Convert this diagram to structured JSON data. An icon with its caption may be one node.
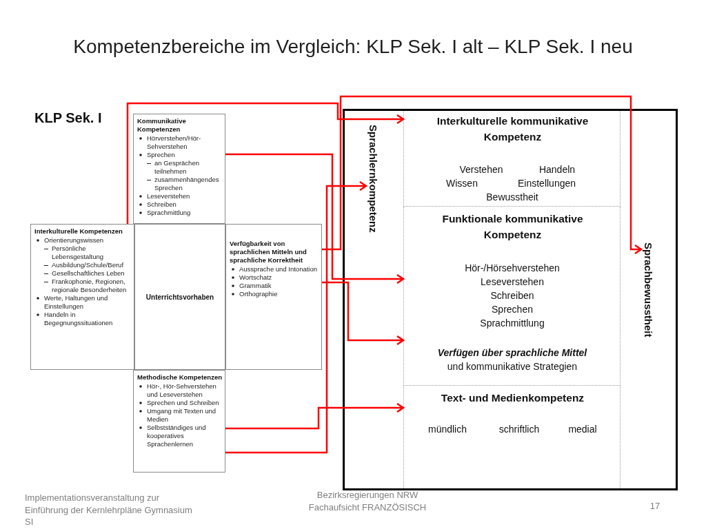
{
  "diagram": {
    "title": "Kompetenzbereiche im Vergleich: KLP Sek. I alt – KLP Sek. I neu",
    "nodes": [
      {
        "text": [
          "Kommunikative Kompetenzen",
          "Hörverstehen/Hör-Sehverstehen",
          "Sprechen",
          "an Gesprächen teilnehmen",
          "zusammenhängendes Sprechen",
          "Leseverstehen",
          "Schreiben",
          "Sprachmittlung"
        ]
      },
      {
        "text": [
          "Interkulturelle Kompetenzen",
          "Orientierungswissen",
          "Persönliche Lebensgestaltung",
          "Ausbildung/Schule/Beruf",
          "Gesellschaftliches Leben",
          "Frankophonie, Regionen, regionale Besonderheiten",
          "Werte, Haltungen und Einstellungen",
          "Handeln in Begegnungssituationen"
        ]
      },
      {
        "text": [
          "Unterrichtsvorhaben"
        ]
      },
      {
        "text": [
          "Verfügbarkeit von sprachlichen Mitteln und sprachliche Korrektheit",
          "Aussprache und Intonation",
          "Wortschatz",
          "Grammatik",
          "Orthographie"
        ]
      },
      {
        "text": [
          "Methodische Kompetenzen",
          "Hör-, Hör-Sehverstehen und Leseverstehen",
          "Sprechen und Schreiben",
          "Umgang mit Texten und Medien",
          "Selbstständiges und kooperatives Sprachenlernen"
        ]
      },
      {
        "text": [],
        "shape": "box"
      },
      {
        "text": [
          "Sprachlernkompetenz"
        ],
        "in": 5
      },
      {
        "text": [
          "Interkulturelle kommunikative Kompetenz",
          "Verstehen",
          "Handeln",
          "Wissen",
          "Einstellungen",
          "Bewusstheit"
        ],
        "in": 5
      },
      {
        "text": [
          "Funktionale kommunikative Kompetenz",
          "Hör-/Hörsehverstehen",
          "Leseverstehen",
          "Schreiben",
          "Sprechen",
          "Sprachmittlung",
          "Verfügen über sprachliche Mittel",
          "und kommunikative Strategien"
        ],
        "in": 5
      },
      {
        "text": [
          "Text- und Medienkompetenz",
          "mündlich",
          "schriftlich",
          "medial"
        ],
        "in": 5
      },
      {
        "text": [
          "Sprachbewusstheit"
        ],
        "in": 5
      }
    ],
    "edges": [
      {
        "from": 1,
        "to": 7,
        "arrow": "to"
      },
      {
        "from": 0,
        "to": 8,
        "arrow": "to"
      },
      {
        "from": 3,
        "to": 10,
        "arrow": "to"
      },
      {
        "from": 3,
        "to": 8,
        "arrow": "to"
      },
      {
        "from": 4,
        "to": 6,
        "arrow": "to"
      },
      {
        "from": 4,
        "to": 9,
        "arrow": "to"
      }
    ],
    "labels": [
      "KLP Sek. I",
      "Implementationsveranstaltung zur Einführung der Kernlehrpläne Gymnasium SI",
      "Bezirksregierungen NRW Fachaufsicht FRANZÖSISCH",
      "17"
    ]
  }
}
